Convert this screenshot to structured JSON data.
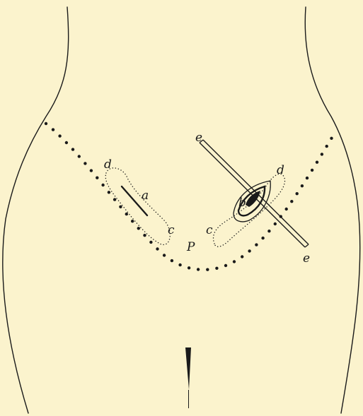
{
  "figure": {
    "background_color": "#fbf3cd",
    "ink_color": "#1a1a1a",
    "labels": {
      "a": "a",
      "b": "b",
      "c_left": "c",
      "c_right": "c",
      "d_left": "d",
      "d_right": "d",
      "e_top": "e",
      "e_bottom": "e",
      "p": "P"
    }
  }
}
